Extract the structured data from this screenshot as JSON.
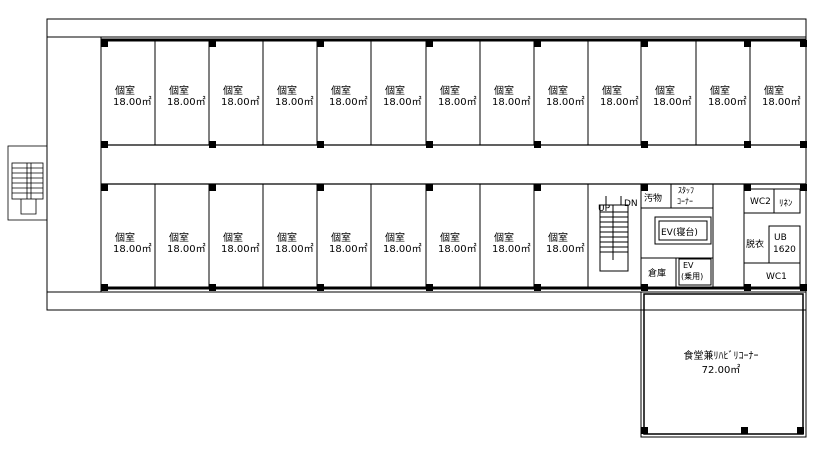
{
  "rooms": {
    "upper": [
      {
        "name": "個室",
        "area": "18.00㎡"
      },
      {
        "name": "個室",
        "area": "18.00㎡"
      },
      {
        "name": "個室",
        "area": "18.00㎡"
      },
      {
        "name": "個室",
        "area": "18.00㎡"
      },
      {
        "name": "個室",
        "area": "18.00㎡"
      },
      {
        "name": "個室",
        "area": "18.00㎡"
      },
      {
        "name": "個室",
        "area": "18.00㎡"
      },
      {
        "name": "個室",
        "area": "18.00㎡"
      },
      {
        "name": "個室",
        "area": "18.00㎡"
      },
      {
        "name": "個室",
        "area": "18.00㎡"
      },
      {
        "name": "個室",
        "area": "18.00㎡"
      },
      {
        "name": "個室",
        "area": "18.00㎡"
      },
      {
        "name": "個室",
        "area": "18.00㎡"
      }
    ],
    "lower": [
      {
        "name": "個室",
        "area": "18.00㎡"
      },
      {
        "name": "個室",
        "area": "18.00㎡"
      },
      {
        "name": "個室",
        "area": "18.00㎡"
      },
      {
        "name": "個室",
        "area": "18.00㎡"
      },
      {
        "name": "個室",
        "area": "18.00㎡"
      },
      {
        "name": "個室",
        "area": "18.00㎡"
      },
      {
        "name": "個室",
        "area": "18.00㎡"
      },
      {
        "name": "個室",
        "area": "18.00㎡"
      },
      {
        "name": "個室",
        "area": "18.00㎡"
      }
    ]
  },
  "labels": {
    "up": "UP",
    "dn": "DN",
    "soiled": "汚物",
    "staff_line1": "ｽﾀｯﾌ",
    "staff_line2": "ｺｰﾅｰ",
    "ev_bed": "EV(寝台)",
    "storage": "倉庫",
    "ev_pass_line1": "EV",
    "ev_pass_line2": "(乗用)",
    "wc2": "WC2",
    "linen": "ﾘﾈﾝ",
    "dressing": "脱衣",
    "ub_line1": "UB",
    "ub_line2": "1620",
    "wc1": "WC1",
    "dining_name": "食堂兼ﾘﾊﾋﾞﾘｺｰﾅｰ",
    "dining_area": "72.00㎡"
  }
}
